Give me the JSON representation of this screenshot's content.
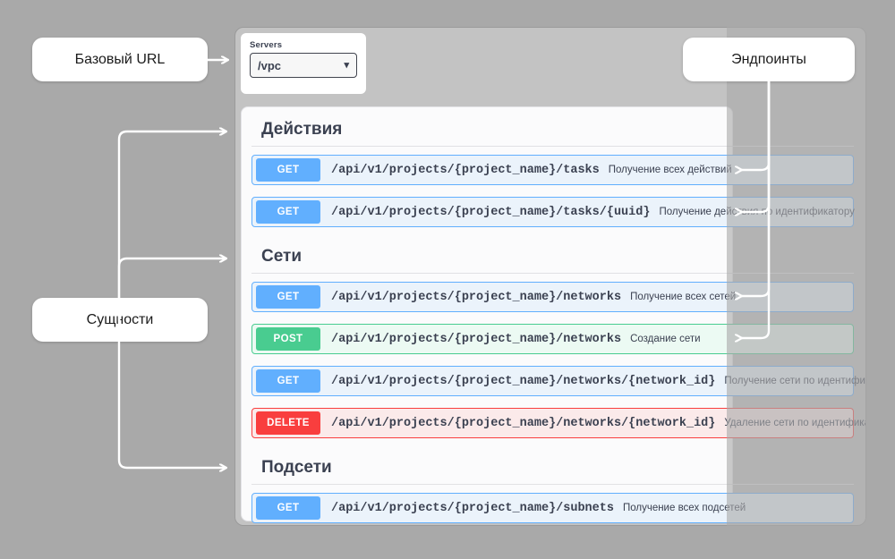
{
  "callouts": {
    "base_url": "Базовый URL",
    "entities": "Сущности",
    "endpoints": "Эндпоинты"
  },
  "servers": {
    "label": "Servers",
    "selected": "/vpc",
    "chevron": "chevron-down-icon"
  },
  "tags": [
    {
      "title": "Действия",
      "operations": [
        {
          "method": "GET",
          "path": "/api/v1/projects/{project_name}/tasks",
          "summary": "Получение всех действий"
        },
        {
          "method": "GET",
          "path": "/api/v1/projects/{project_name}/tasks/{uuid}",
          "summary": "Получение действия по идентификатору"
        }
      ]
    },
    {
      "title": "Сети",
      "operations": [
        {
          "method": "GET",
          "path": "/api/v1/projects/{project_name}/networks",
          "summary": "Получение всех сетей"
        },
        {
          "method": "POST",
          "path": "/api/v1/projects/{project_name}/networks",
          "summary": "Создание сети"
        },
        {
          "method": "GET",
          "path": "/api/v1/projects/{project_name}/networks/{network_id}",
          "summary": "Получение сети по идентификатору"
        },
        {
          "method": "DELETE",
          "path": "/api/v1/projects/{project_name}/networks/{network_id}",
          "summary": "Удаление сети по идентификатору"
        }
      ]
    },
    {
      "title": "Подсети",
      "operations": [
        {
          "method": "GET",
          "path": "/api/v1/projects/{project_name}/subnets",
          "summary": "Получение всех подсетей"
        }
      ]
    }
  ],
  "colors": {
    "get": "#61affe",
    "post": "#49cc90",
    "delete": "#f93e3e",
    "background": "#a9a9a9",
    "panel": "#c3c3c3",
    "text": "#3b4151"
  }
}
